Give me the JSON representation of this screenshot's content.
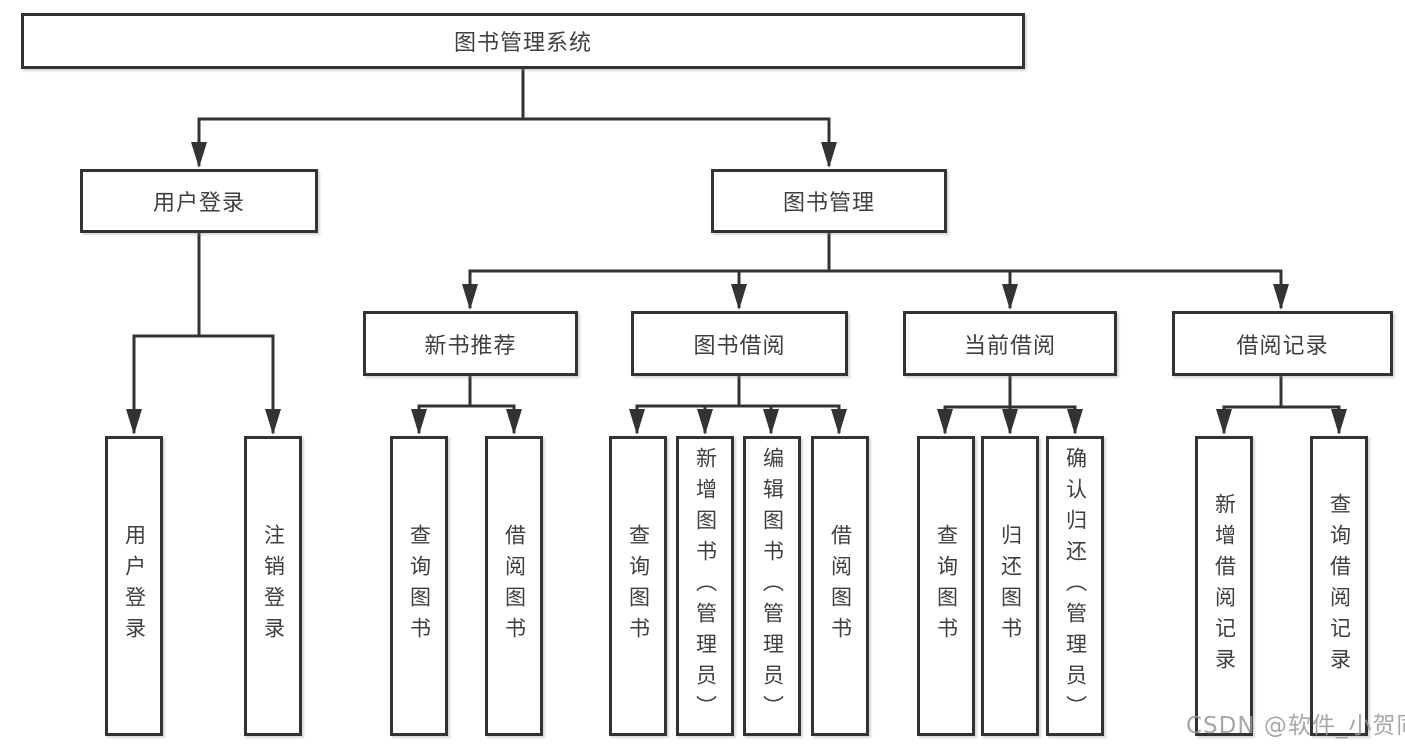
{
  "tree": {
    "root": {
      "label": "图书管理系统"
    },
    "branches": [
      {
        "label": "用户登录",
        "children": [
          "用户登录",
          "注销登录"
        ]
      },
      {
        "label": "图书管理",
        "sections": [
          {
            "label": "新书推荐",
            "children": [
              "查询图书",
              "借阅图书"
            ]
          },
          {
            "label": "图书借阅",
            "children": [
              "查询图书",
              "新增图书（管理员）",
              "编辑图书（管理员）",
              "借阅图书"
            ]
          },
          {
            "label": "当前借阅",
            "children": [
              "查询图书",
              "归还图书",
              "确认归还（管理员）"
            ]
          },
          {
            "label": "借阅记录",
            "children": [
              "新增借阅记录",
              "查询借阅记录"
            ]
          }
        ]
      }
    ]
  },
  "watermark": {
    "text": "CSDN @软件_小贺同学"
  },
  "colors": {
    "line": "#333333",
    "box_border": "#333333",
    "box_fill": "#ffffff",
    "text": "#3f3f3f",
    "watermark": "#989898",
    "background": "#ffffff"
  }
}
